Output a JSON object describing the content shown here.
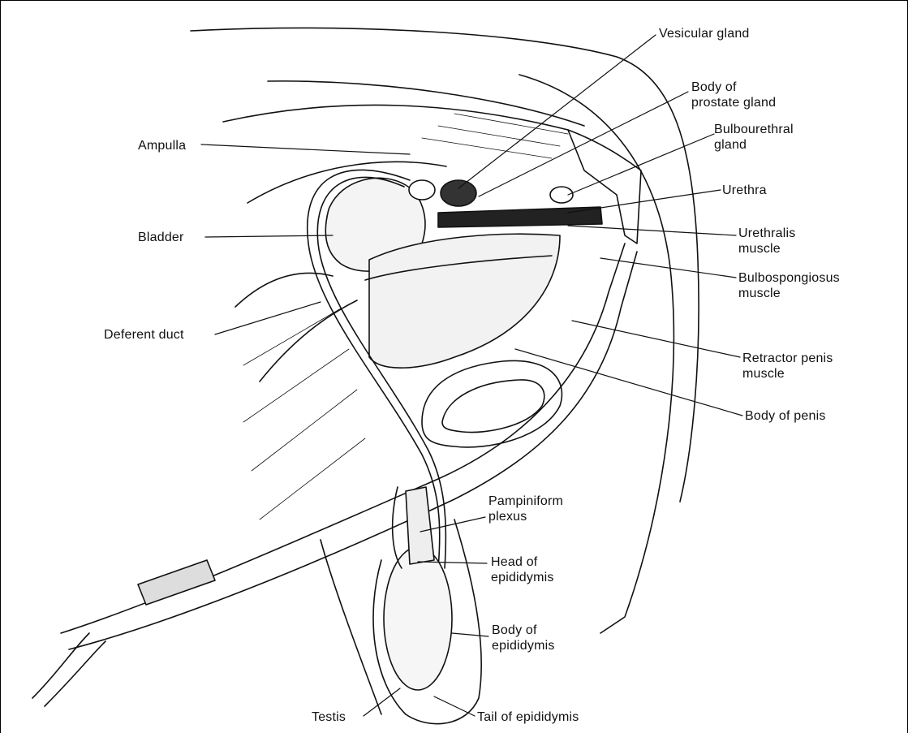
{
  "labels": {
    "vesicular_gland": "Vesicular gland",
    "body_of_prostate": [
      "Body of",
      "prostate gland"
    ],
    "bulbourethral": [
      "Bulbourethral",
      "gland"
    ],
    "ampulla": "Ampulla",
    "urethra": "Urethra",
    "bladder": "Bladder",
    "urethralis": [
      "Urethralis",
      "muscle"
    ],
    "bulbospongiosus": [
      "Bulbospongiosus",
      "muscle"
    ],
    "deferent_duct": "Deferent duct",
    "retractor": [
      "Retractor penis",
      "muscle"
    ],
    "body_of_penis": "Body of penis",
    "pampiniform": [
      "Pampiniform",
      "plexus"
    ],
    "head_epididymis": [
      "Head of",
      "epididymis"
    ],
    "body_epididymis": [
      "Body of",
      "epididymis"
    ],
    "testis": "Testis",
    "tail_epididymis": "Tail of epididymis"
  },
  "colors": {
    "ink": "#111111",
    "paper": "#ffffff",
    "shade": "#e6e6e6"
  }
}
